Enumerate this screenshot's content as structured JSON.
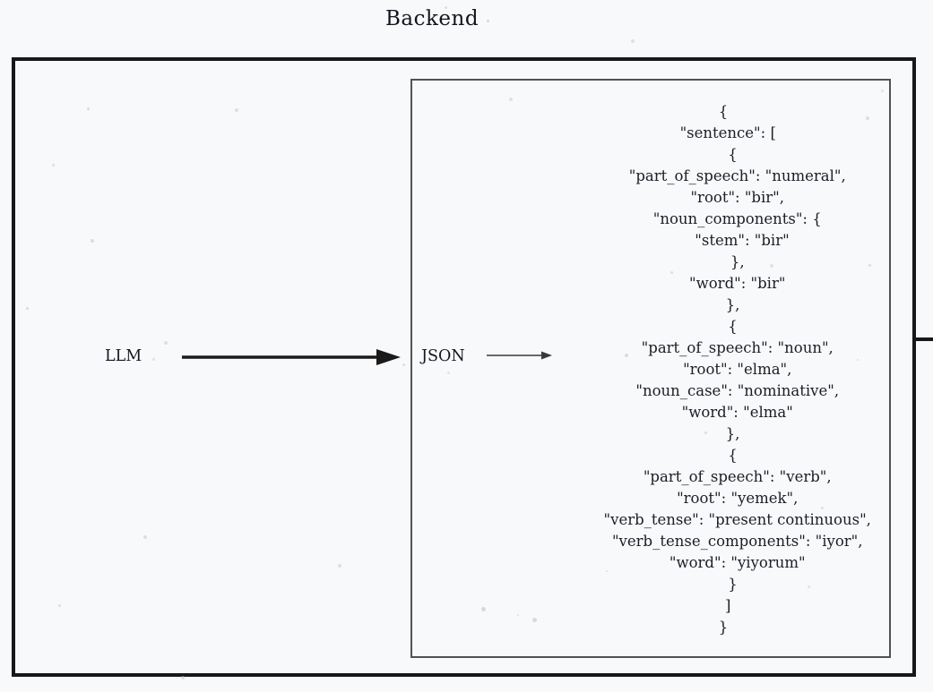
{
  "title": "Backend",
  "diagram": {
    "llm_label": "LLM",
    "json_label": "JSON",
    "json_lines": [
      "{",
      "  \"sentence\": [",
      "    {",
      "      \"part_of_speech\": \"numeral\",",
      "      \"root\": \"bir\",",
      "      \"noun_components\": {",
      "        \"stem\": \"bir\"",
      "      },",
      "      \"word\": \"bir\"",
      "    },",
      "    {",
      "      \"part_of_speech\": \"noun\",",
      "      \"root\": \"elma\",",
      "      \"noun_case\": \"nominative\",",
      "      \"word\": \"elma\"",
      "    },",
      "    {",
      "      \"part_of_speech\": \"verb\",",
      "      \"root\": \"yemek\",",
      "      \"verb_tense\": \"present continuous\",",
      "      \"verb_tense_components\": \"iyor\",",
      "      \"word\": \"yiyorum\"",
      "    }",
      "  ]",
      "}"
    ]
  },
  "colors": {
    "background": "#f8f9fb",
    "text": "#1c1c26",
    "outer_border": "#181818",
    "inner_border": "#515156",
    "arrow": "#1a1a1a"
  }
}
